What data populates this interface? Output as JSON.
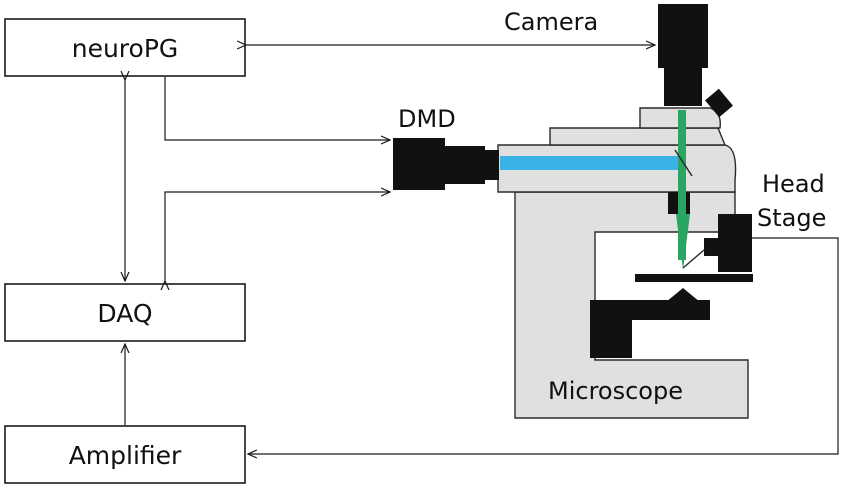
{
  "boxes": {
    "neuropg": "neuroPG",
    "daq": "DAQ",
    "amplifier": "Amplifier"
  },
  "labels": {
    "camera": "Camera",
    "dmd": "DMD",
    "head_stage_line1": "Head",
    "head_stage_line2": "Stage",
    "microscope": "Microscope"
  },
  "colors": {
    "light_path_blue": "#3bb2e6",
    "light_path_green": "#2aa562",
    "microscope_body": "#e0e0e0",
    "hardware_black": "#111111"
  },
  "icons": [
    "camera-icon",
    "dmd-icon",
    "microscope-icon",
    "head-stage-icon"
  ]
}
